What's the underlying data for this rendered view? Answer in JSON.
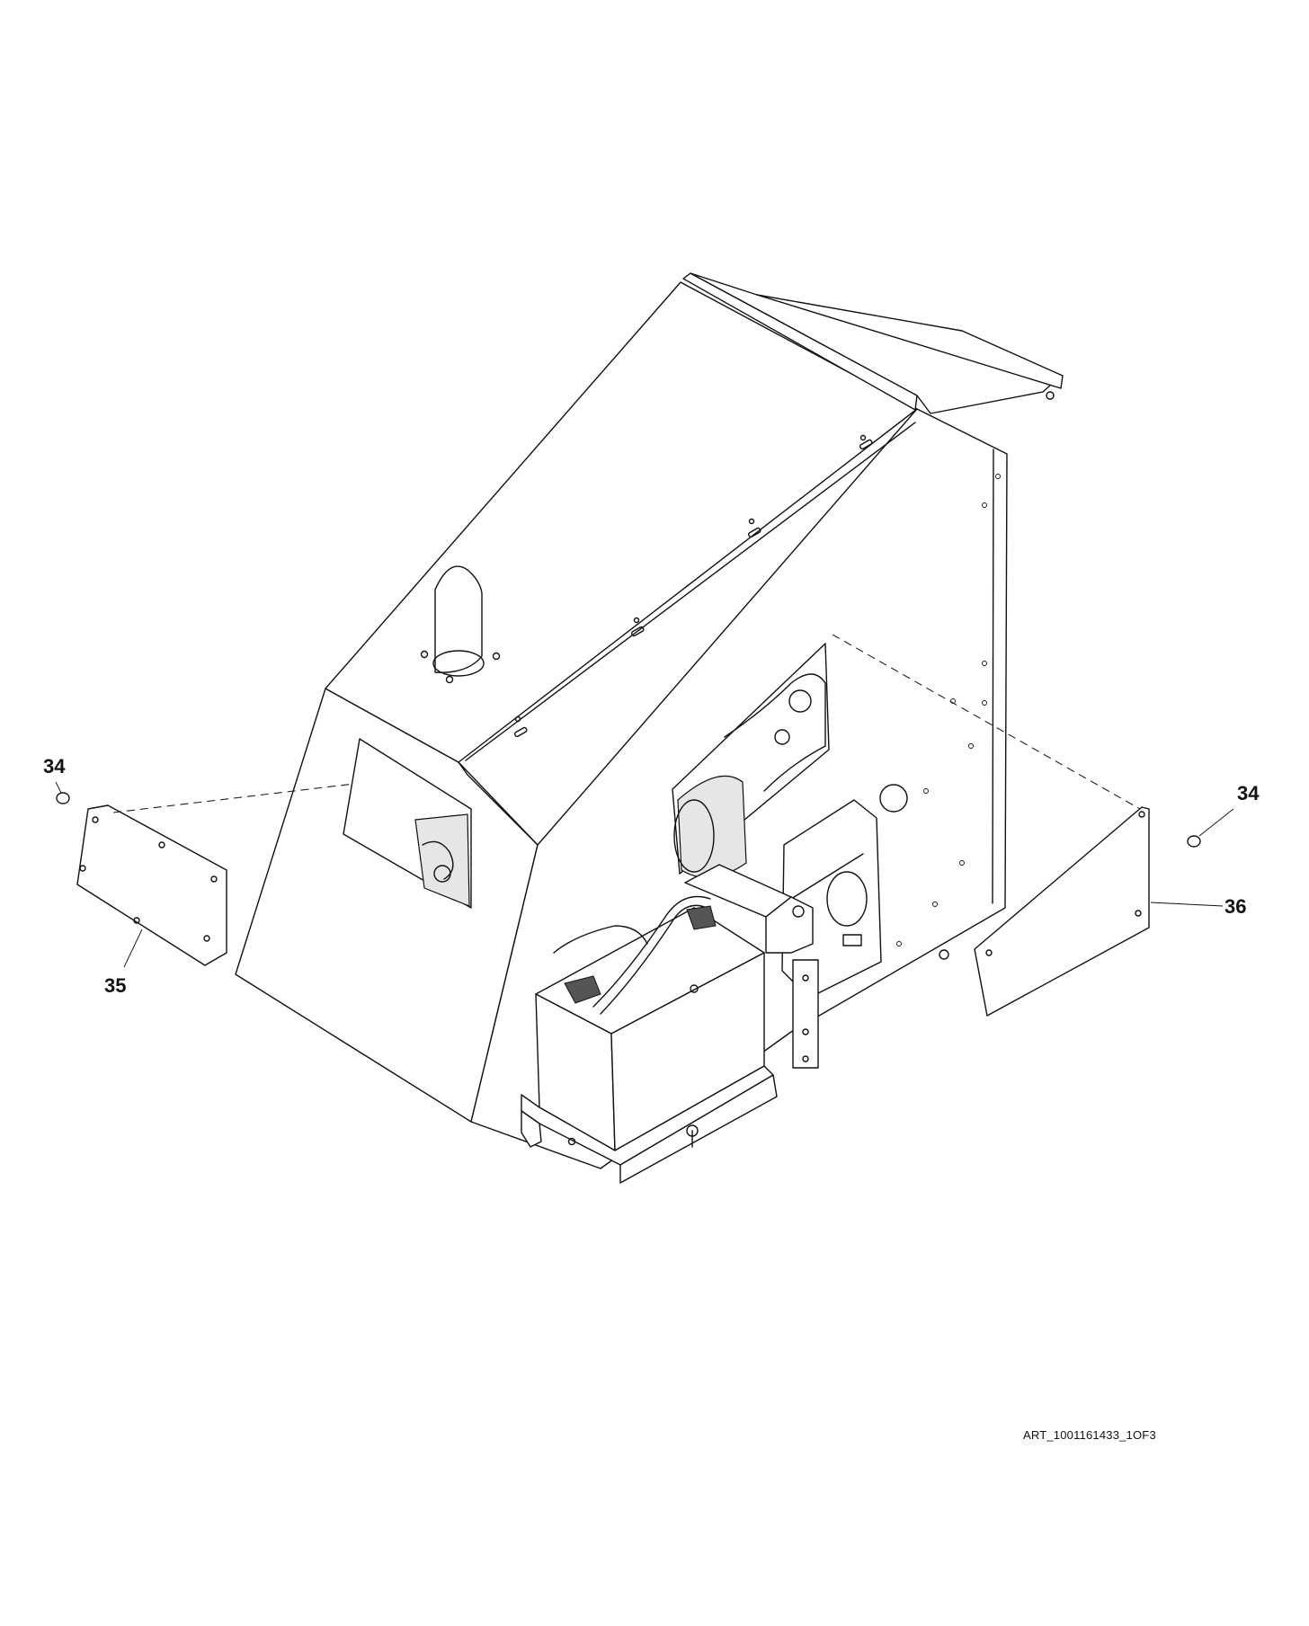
{
  "callouts": {
    "c34_left": "34",
    "c35": "35",
    "c34_right": "34",
    "c36": "36"
  },
  "art_id": "ART_1001161433_1OF3"
}
